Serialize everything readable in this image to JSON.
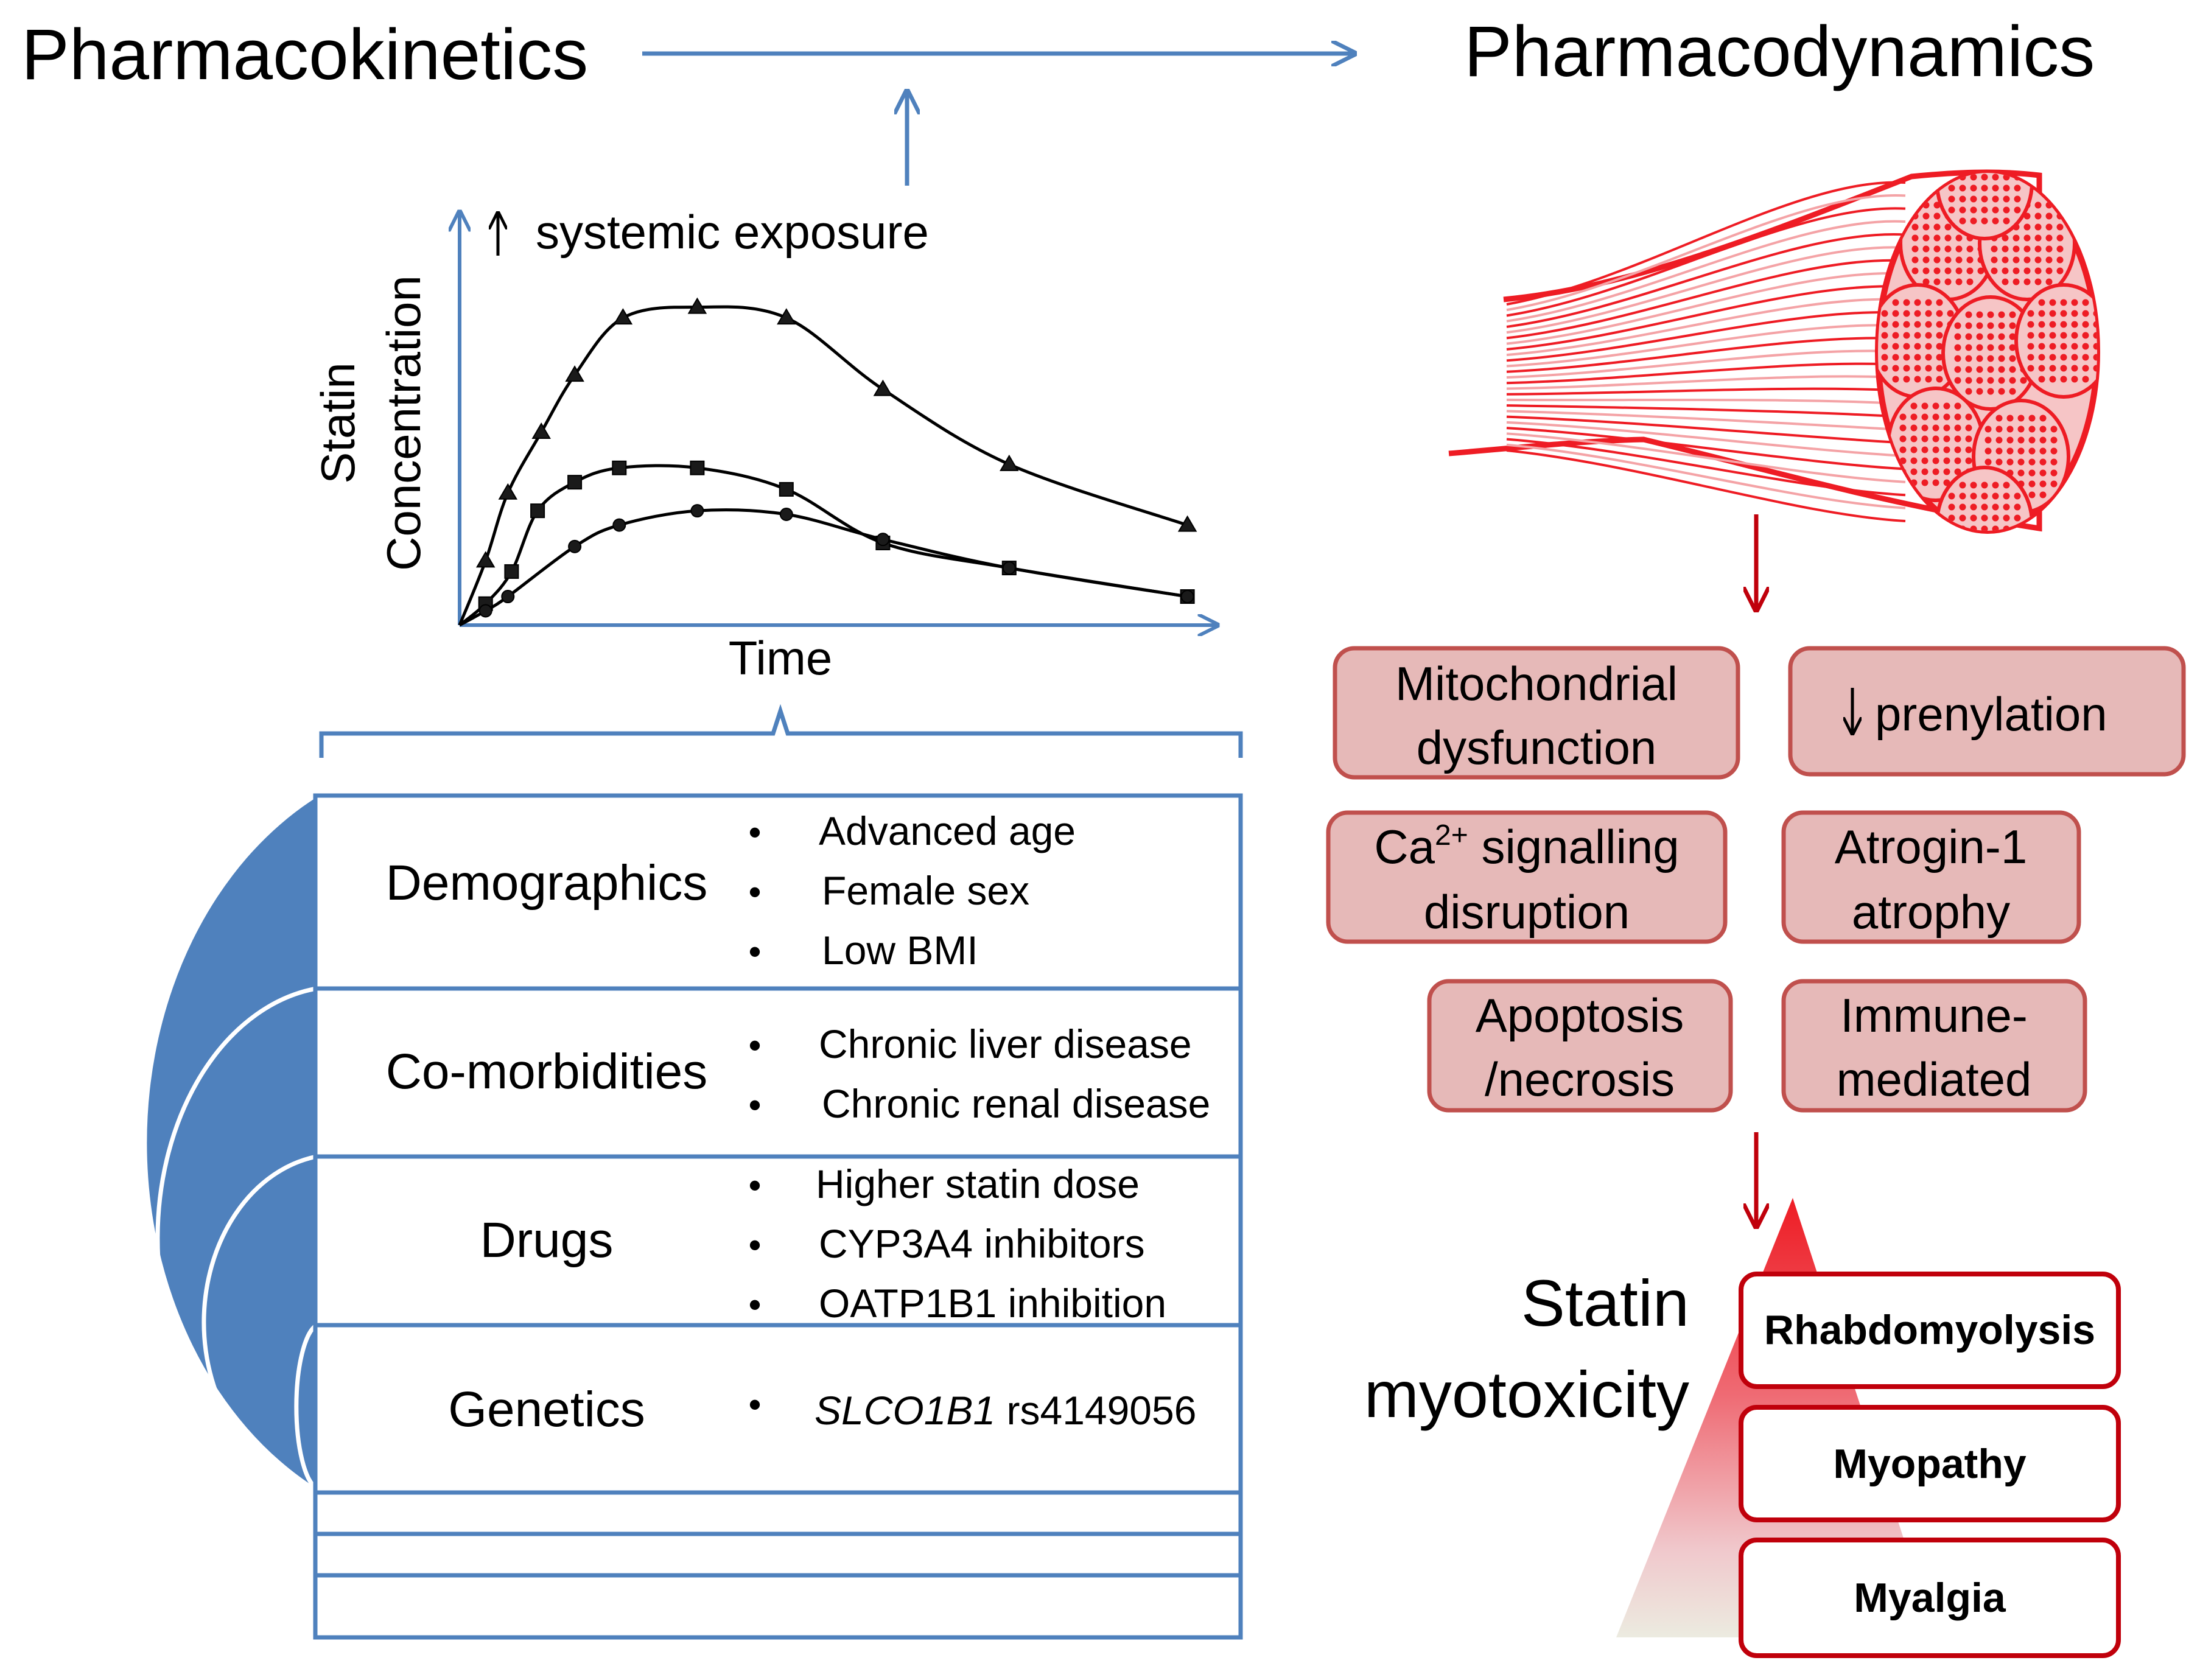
{
  "header": {
    "pharmacokinetics": "Pharmacokinetics",
    "pharmacodynamics": "Pharmacodynamics"
  },
  "graph": {
    "exposure_label": "systemic exposure",
    "ylabel_line1": "Statin",
    "ylabel_line2": "Concentration",
    "xlabel": "Time"
  },
  "chart_data": {
    "type": "line",
    "title": "",
    "xlabel": "Time",
    "ylabel": "Statin Concentration",
    "markers": [
      "triangle",
      "square",
      "circle"
    ],
    "series": [
      {
        "values": [
          [
            0,
            0
          ],
          [
            0.035,
            0.18
          ],
          [
            0.065,
            0.37
          ],
          [
            0.11,
            0.54
          ],
          [
            0.155,
            0.7
          ],
          [
            0.22,
            0.86
          ],
          [
            0.32,
            0.89
          ],
          [
            0.44,
            0.86
          ],
          [
            0.57,
            0.66
          ],
          [
            0.74,
            0.45
          ],
          [
            0.98,
            0.28
          ]
        ]
      },
      {
        "values": [
          [
            0,
            0
          ],
          [
            0.035,
            0.06
          ],
          [
            0.07,
            0.15
          ],
          [
            0.105,
            0.32
          ],
          [
            0.155,
            0.4
          ],
          [
            0.215,
            0.44
          ],
          [
            0.32,
            0.44
          ],
          [
            0.44,
            0.38
          ],
          [
            0.57,
            0.23
          ],
          [
            0.74,
            0.16
          ],
          [
            0.98,
            0.08
          ]
        ]
      },
      {
        "values": [
          [
            0,
            0
          ],
          [
            0.035,
            0.04
          ],
          [
            0.065,
            0.08
          ],
          [
            0.155,
            0.22
          ],
          [
            0.215,
            0.28
          ],
          [
            0.32,
            0.32
          ],
          [
            0.44,
            0.31
          ],
          [
            0.57,
            0.24
          ],
          [
            0.74,
            0.16
          ],
          [
            0.98,
            0.08
          ]
        ]
      }
    ]
  },
  "risk_factors": [
    {
      "category": "Demographics",
      "items": [
        "Advanced age",
        "Female sex",
        "Low BMI"
      ]
    },
    {
      "category": "Co-morbidities",
      "items": [
        "Chronic liver disease",
        "Chronic renal disease"
      ]
    },
    {
      "category": "Drugs",
      "items": [
        "Higher statin dose",
        "CYP3A4 inhibitors",
        "OATP1B1 inhibition"
      ]
    },
    {
      "category": "Genetics",
      "gene": "SLCO1B1",
      "variant": " rs4149056"
    }
  ],
  "bullet": "•",
  "mechanisms": {
    "mito_1": "Mitochondrial",
    "mito_2": "dysfunction",
    "prenyl": "prenylation",
    "ca_prefix": "Ca",
    "ca_sup": "2+",
    "ca_rest": " signalling",
    "ca_2": "disruption",
    "atrogin_1": "Atrogin-1",
    "atrogin_2": "atrophy",
    "apoptosis_1": "Apoptosis",
    "apoptosis_2": "/necrosis",
    "immune_1": "Immune-",
    "immune_2": "mediated"
  },
  "outcome": {
    "label_1": "Statin",
    "label_2": "myotoxicity",
    "levels": [
      "Rhabdomyolysis",
      "Myopathy",
      "Myalgia"
    ]
  },
  "colors": {
    "arrow_blue": "#4f81bd",
    "panel_blue": "#4f81bd",
    "muscle_red": "#ee1c24",
    "box_fill": "#e6b9b8",
    "box_border": "#c0504d",
    "dark_red": "#c0000b"
  }
}
